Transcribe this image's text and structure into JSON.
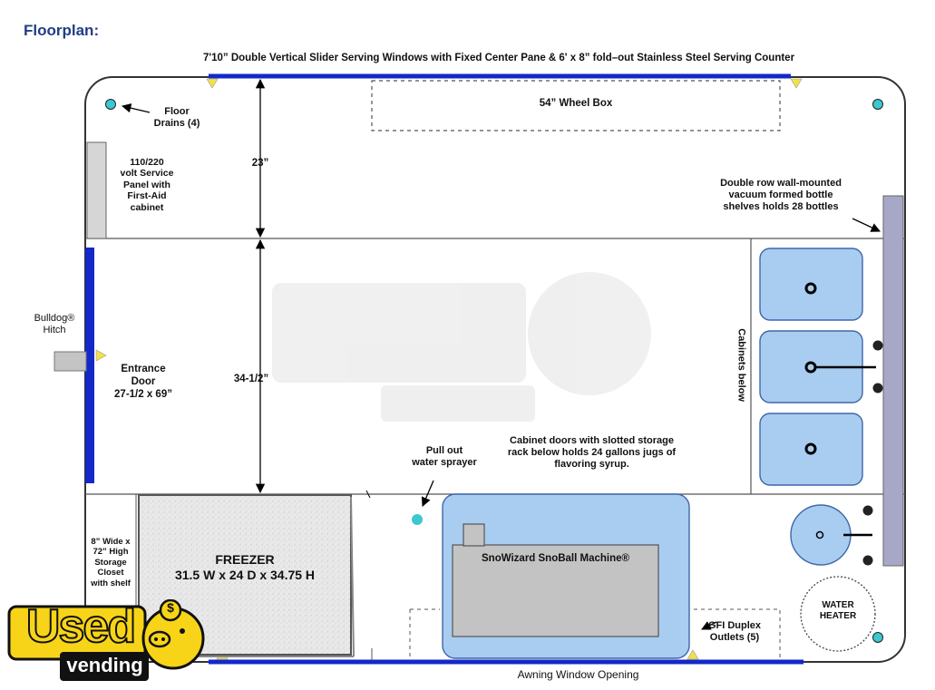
{
  "heading": "Floorplan:",
  "top_caption": "7'10” Double Vertical Slider Serving Windows with Fixed Center Pane & 6' x 8” fold–out Stainless Steel Serving Counter",
  "bottom_caption": "Awning Window Opening",
  "labels": {
    "wheel_box": "54” Wheel Box",
    "floor_drains_1": "Floor",
    "floor_drains_2": "Drains (4)",
    "service_panel": [
      "110/220",
      "volt Service",
      "Panel with",
      "First-Aid",
      "cabinet"
    ],
    "bottle_shelves": [
      "Double row wall-mounted",
      "vacuum formed bottle",
      "shelves holds 28 bottles"
    ],
    "hitch": [
      "Bulldog®",
      "Hitch"
    ],
    "entrance_door": [
      "Entrance",
      "Door",
      "27-1/2 x 69”"
    ],
    "dim_23": "23”",
    "dim_34": "34-1/2”",
    "cabinets_below": "Cabinets below",
    "cabinet_doors": [
      "Cabinet doors with slotted storage",
      "rack below holds 24 gallons jugs of",
      "flavoring syrup."
    ],
    "water_sprayer": [
      "Pull out",
      "water sprayer"
    ],
    "storage_closet": [
      "8” Wide x",
      "72” High",
      "Storage",
      "Closet",
      "with shelf"
    ],
    "freezer_title": "FREEZER",
    "freezer_dims": "31.5 W x 24 D x 34.75 H",
    "snoball": "SnoWizard SnoBall Machine®",
    "water_heater": [
      "WATER",
      "HEATER"
    ],
    "gfi": [
      "GFI Duplex",
      "Outlets (5)"
    ]
  },
  "logo": {
    "word": "Used",
    "sub": "vending",
    "dollar": "$"
  },
  "colors": {
    "wall_blue": "#1428c8",
    "fixture_blue": "#a9cdf1",
    "fixture_stroke": "#3f66a8",
    "drain_cyan": "#3cc8d0",
    "bottle_shelf": "#a7a8c8",
    "machine_gray": "#c3c3c3",
    "marker_yellow": "#f3e14a",
    "logo_yellow": "#f7d417",
    "heading_blue": "#1f3f86"
  }
}
